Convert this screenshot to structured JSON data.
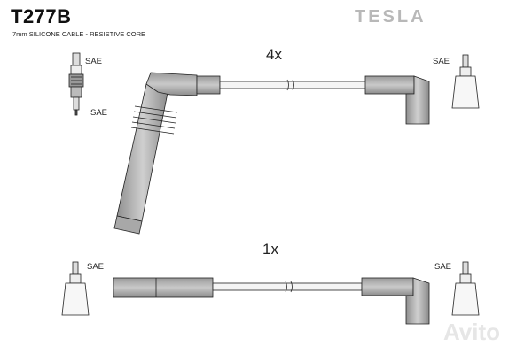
{
  "header": {
    "part_number": "T277B",
    "description": "7mm SILICONE CABLE - RESISTIVE CORE",
    "brand": "TESLA"
  },
  "cables": [
    {
      "quantity": "4x",
      "end_left": "SAE",
      "end_right": "SAE"
    },
    {
      "quantity": "1x",
      "end_left": "SAE",
      "end_right": "SAE"
    }
  ],
  "watermark": "Avito"
}
